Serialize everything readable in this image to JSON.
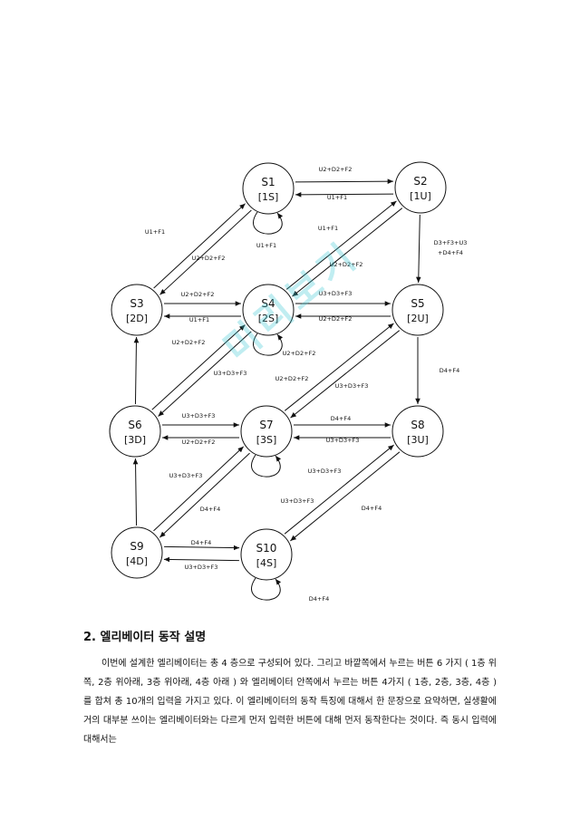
{
  "diagram": {
    "states": [
      {
        "id": "S1",
        "label": "[1S]"
      },
      {
        "id": "S2",
        "label": "[1U]"
      },
      {
        "id": "S3",
        "label": "[2D]"
      },
      {
        "id": "S4",
        "label": "[2S]"
      },
      {
        "id": "S5",
        "label": "[2U]"
      },
      {
        "id": "S6",
        "label": "[3D]"
      },
      {
        "id": "S7",
        "label": "[3S]"
      },
      {
        "id": "S8",
        "label": "[3U]"
      },
      {
        "id": "S9",
        "label": "[4D]"
      },
      {
        "id": "S10",
        "label": "[4S]"
      }
    ],
    "transitions": [
      {
        "from": "S1",
        "to": "S2",
        "label": "U2+D2+F2"
      },
      {
        "from": "S2",
        "to": "S1",
        "label": "U1+F1"
      },
      {
        "from": "S1",
        "to": "S1",
        "label": "U1+F1"
      },
      {
        "from": "S3",
        "to": "S1",
        "label": "U1+F1"
      },
      {
        "from": "S1",
        "to": "S3",
        "label": "U2+D2+F2"
      },
      {
        "from": "S4",
        "to": "S2",
        "label": "U1+F1"
      },
      {
        "from": "S2",
        "to": "S4",
        "label": "U2+D2+F2"
      },
      {
        "from": "S2",
        "to": "S5",
        "label": "D3+F3+U3 +D4+F4"
      },
      {
        "from": "S3",
        "to": "S4",
        "label": "U2+D2+F2"
      },
      {
        "from": "S4",
        "to": "S3",
        "label": "U1+F1"
      },
      {
        "from": "S4",
        "to": "S5",
        "label": "U3+D3+F3"
      },
      {
        "from": "S5",
        "to": "S4",
        "label": "U2+D2+F2"
      },
      {
        "from": "S4",
        "to": "S4",
        "label": "U2+D2+F2"
      },
      {
        "from": "S6",
        "to": "S4",
        "label": "U2+D2+F2"
      },
      {
        "from": "S4",
        "to": "S6",
        "label": "U3+D3+F3"
      },
      {
        "from": "S7",
        "to": "S5",
        "label": "U2+D2+F2"
      },
      {
        "from": "S5",
        "to": "S7",
        "label": "U3+D3+F3"
      },
      {
        "from": "S5",
        "to": "S8",
        "label": "D4+F4"
      },
      {
        "from": "S6",
        "to": "S3",
        "label": ""
      },
      {
        "from": "S6",
        "to": "S7",
        "label": "U3+D3+F3"
      },
      {
        "from": "S7",
        "to": "S6",
        "label": "U2+D2+F2"
      },
      {
        "from": "S7",
        "to": "S8",
        "label": "D4+F4"
      },
      {
        "from": "S8",
        "to": "S7",
        "label": "U3+D3+F3"
      },
      {
        "from": "S7",
        "to": "S7",
        "label": "U3+D3+F3"
      },
      {
        "from": "S9",
        "to": "S7",
        "label": "U3+D3+F3"
      },
      {
        "from": "S7",
        "to": "S9",
        "label": "D4+F4"
      },
      {
        "from": "S9",
        "to": "S6",
        "label": ""
      },
      {
        "from": "S9",
        "to": "S10",
        "label": "D4+F4"
      },
      {
        "from": "S10",
        "to": "S9",
        "label": "U3+D3+F3"
      },
      {
        "from": "S10",
        "to": "S8",
        "label": "U3+D3+F3"
      },
      {
        "from": "S8",
        "to": "S10",
        "label": "D4+F4"
      },
      {
        "from": "S10",
        "to": "S10",
        "label": "D4+F4"
      }
    ]
  },
  "section": {
    "title": "2. 엘리베이터 동작 설명",
    "body": "이번에 설계한 엘리베이터는 총 4 층으로 구성되어 있다. 그리고 바깥쪽에서 누르는 버튼 6 가지 ( 1층 위쪽, 2층 위아래, 3층 위아래, 4층 아래 ) 와 엘리베이터 안쪽에서 누르는 버튼 4가지 ( 1층, 2층, 3층, 4층 ) 를 합쳐 총 10개의 입력을 가지고 있다. 이 엘리베이터의 동작 특징에 대해서 한 문장으로 요약하면, 실생활에 거의 대부분 쓰이는 엘리베이터와는 다르게 먼저 입력한 버튼에 대해 먼저 동작한다는 것이다. 즉 동시 입력에 대해서는"
  },
  "watermark": "미리보기"
}
